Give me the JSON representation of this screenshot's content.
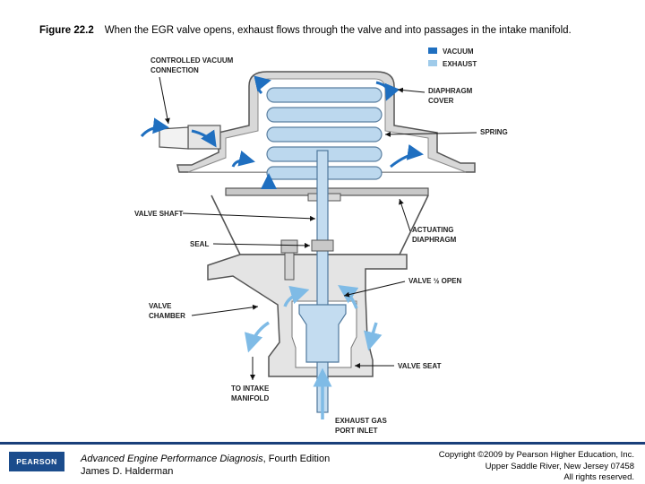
{
  "caption": {
    "figure": "Figure 22.2",
    "text": "When the EGR valve opens, exhaust flows through the valve and into passages in the intake manifold."
  },
  "legend": {
    "vacuum": "VACUUM",
    "exhaust": "EXHAUST",
    "vacuum_color": "#1f6fc0",
    "exhaust_color": "#9fcbea"
  },
  "labels": {
    "controlled_vacuum": [
      "CONTROLLED VACUUM",
      "CONNECTION"
    ],
    "diaphragm_cover": [
      "DIAPHRAGM",
      "COVER"
    ],
    "spring": "SPRING",
    "valve_shaft": "VALVE SHAFT",
    "actuating_diaphragm": [
      "ACTUATING",
      "DIAPHRAGM"
    ],
    "seal": "SEAL",
    "valve_half_open": "VALVE ½ OPEN",
    "valve_chamber": [
      "VALVE",
      "CHAMBER"
    ],
    "valve_seat": "VALVE SEAT",
    "to_intake_manifold": [
      "TO INTAKE",
      "MANIFOLD"
    ],
    "exhaust_gas_port_inlet": [
      "EXHAUST GAS",
      "PORT INLET"
    ]
  },
  "footer": {
    "logo": "PEARSON",
    "book_title": "Advanced Engine Performance Diagnosis",
    "book_edition": ", Fourth Edition",
    "author": "James D. Halderman",
    "copyright_line1": "Copyright ©2009 by Pearson Higher Education, Inc.",
    "copyright_line2": "Upper Saddle River, New Jersey 07458",
    "copyright_line3": "All rights reserved."
  }
}
